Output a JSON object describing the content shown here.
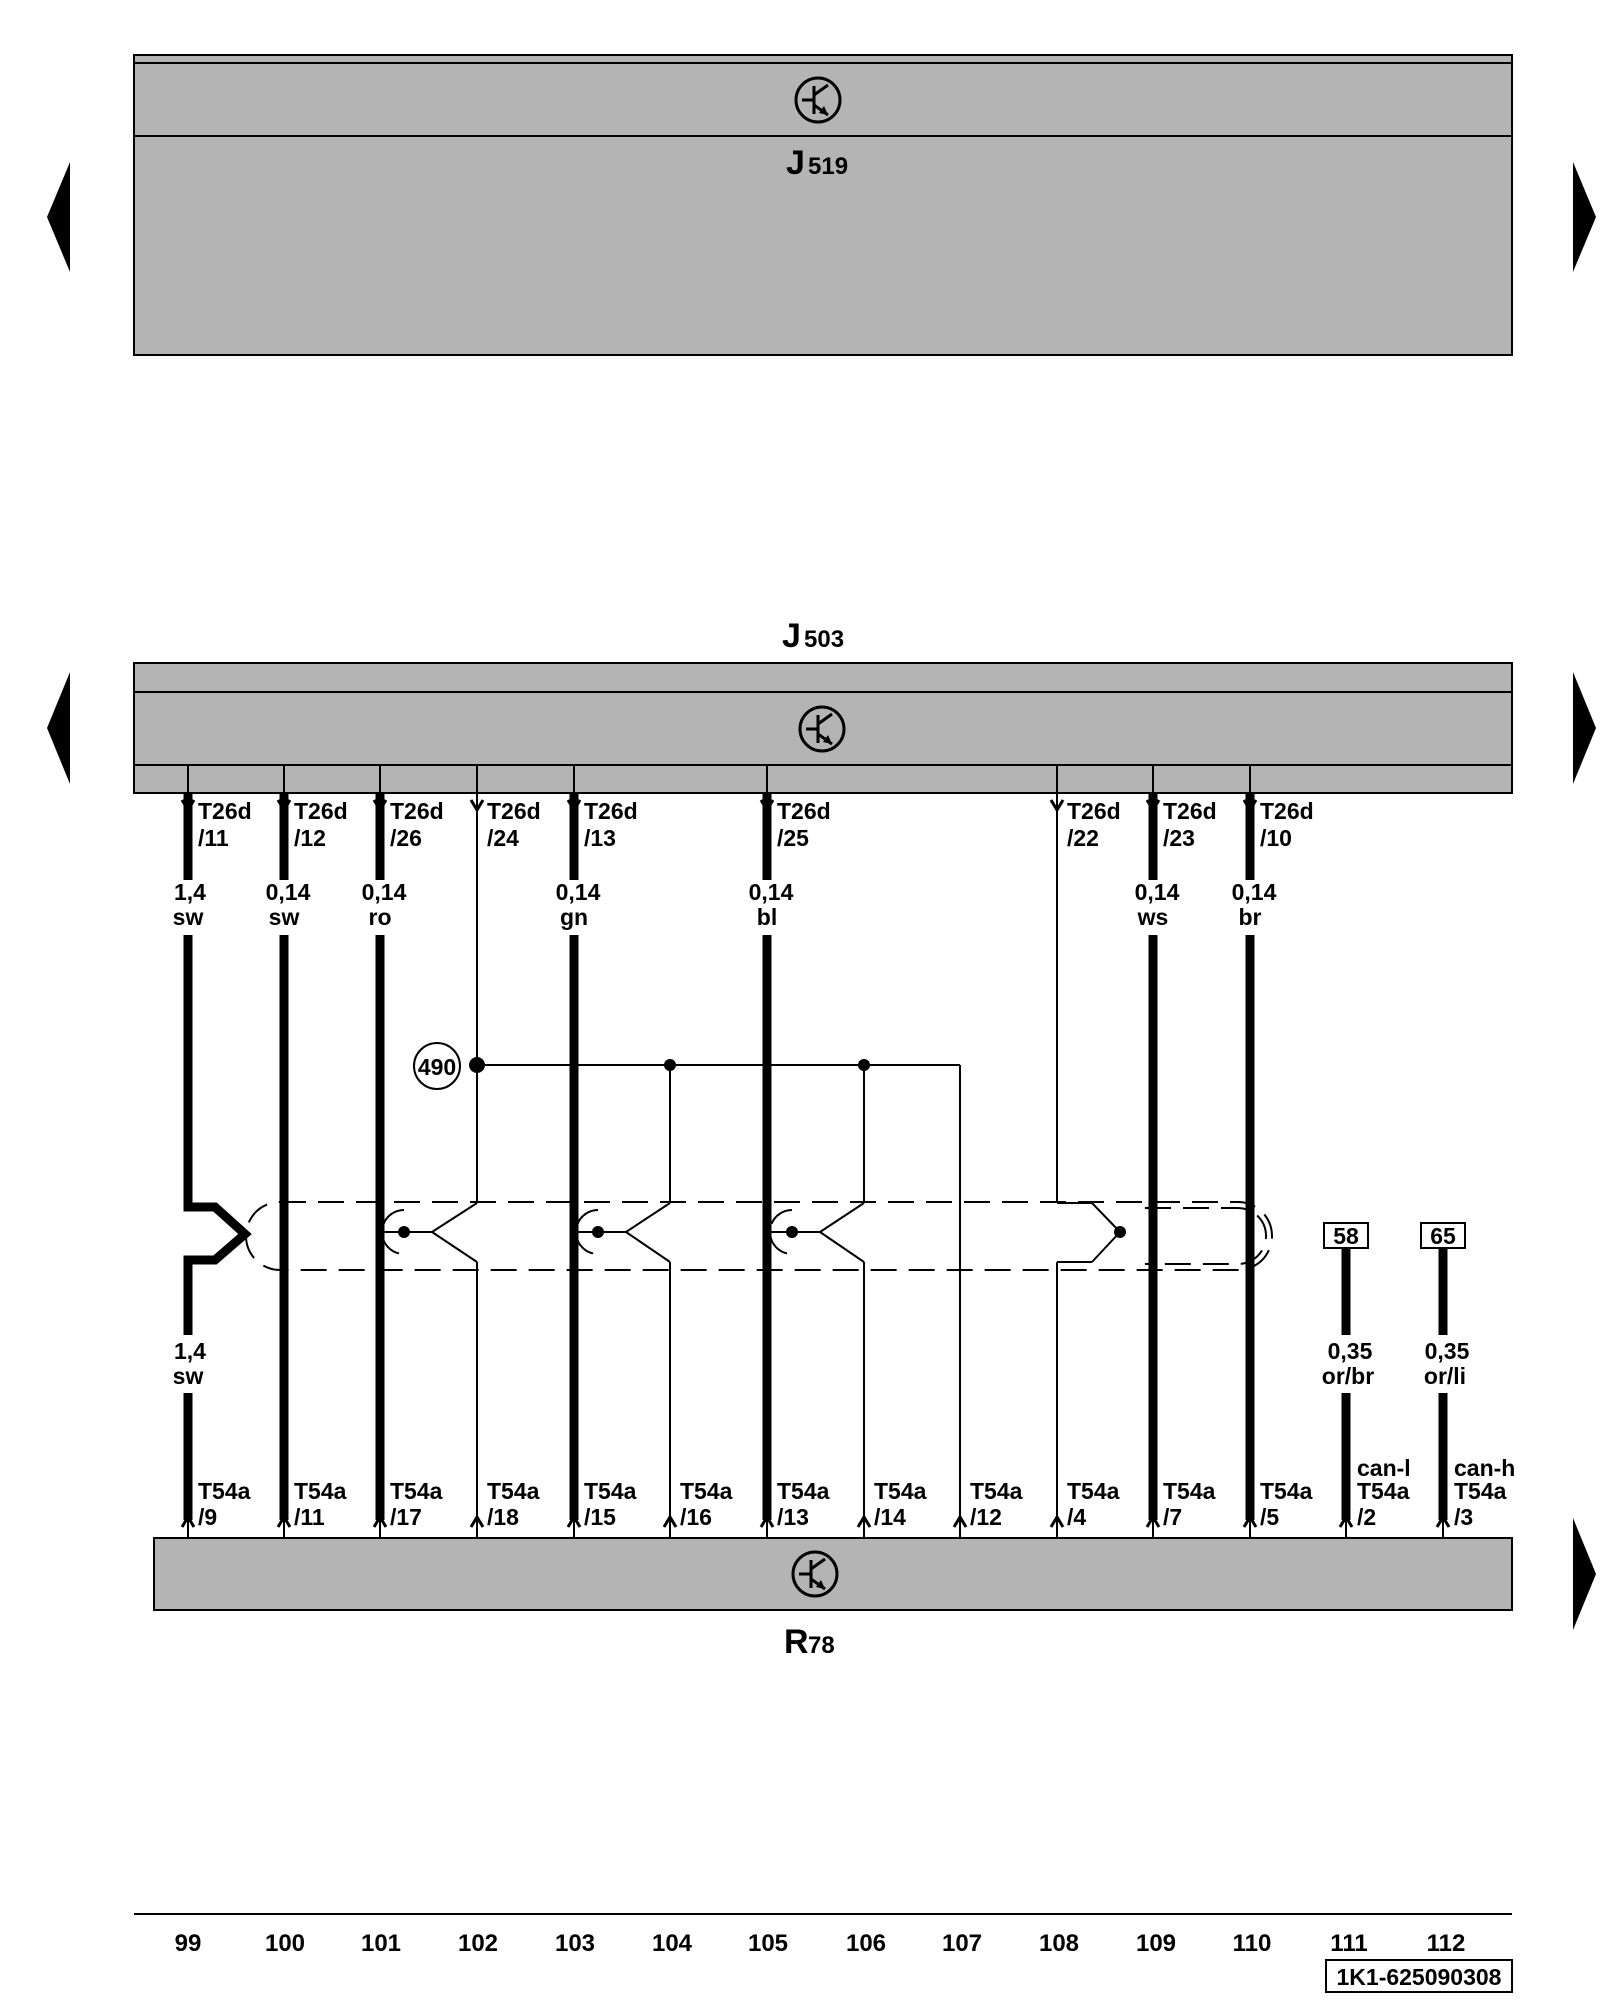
{
  "units": {
    "top": {
      "code": "J",
      "sub": "519"
    },
    "middle": {
      "code": "J",
      "sub": "503"
    },
    "bottom": {
      "code": "R",
      "sub": "78"
    },
    "symbol_icon": "transistor-icon",
    "fill_color": "#b4b4b4"
  },
  "splice_label": "490",
  "shield_style": "dashed",
  "wires": [
    {
      "track": "99",
      "top_conn": "T26d",
      "top_pin": "/11",
      "size": "1,4",
      "color": "sw",
      "size2": "1,4",
      "color2": "sw",
      "bot_conn": "T54a",
      "bot_pin": "/9",
      "signal": ""
    },
    {
      "track": "100",
      "top_conn": "T26d",
      "top_pin": "/12",
      "size": "0,14",
      "color": "sw",
      "bot_conn": "T54a",
      "bot_pin": "/11",
      "signal": ""
    },
    {
      "track": "101",
      "top_conn": "T26d",
      "top_pin": "/26",
      "size": "0,14",
      "color": "ro",
      "bot_conn": "T54a",
      "bot_pin": "/17",
      "signal": ""
    },
    {
      "track": "102",
      "top_conn": "T26d",
      "top_pin": "/24",
      "size": "",
      "color": "",
      "bot_conn": "T54a",
      "bot_pin": "/18",
      "signal": ""
    },
    {
      "track": "103",
      "top_conn": "T26d",
      "top_pin": "/13",
      "size": "0,14",
      "color": "gn",
      "bot_conn": "T54a",
      "bot_pin": "/15",
      "signal": ""
    },
    {
      "track": "104",
      "top_conn": "",
      "top_pin": "",
      "size": "",
      "color": "",
      "bot_conn": "T54a",
      "bot_pin": "/16",
      "signal": ""
    },
    {
      "track": "105",
      "top_conn": "T26d",
      "top_pin": "/25",
      "size": "0,14",
      "color": "bl",
      "bot_conn": "T54a",
      "bot_pin": "/13",
      "signal": ""
    },
    {
      "track": "106",
      "top_conn": "",
      "top_pin": "",
      "size": "",
      "color": "",
      "bot_conn": "T54a",
      "bot_pin": "/14",
      "signal": ""
    },
    {
      "track": "107",
      "top_conn": "",
      "top_pin": "",
      "size": "",
      "color": "",
      "bot_conn": "T54a",
      "bot_pin": "/12",
      "signal": ""
    },
    {
      "track": "108",
      "top_conn": "T26d",
      "top_pin": "/22",
      "size": "",
      "color": "",
      "bot_conn": "T54a",
      "bot_pin": "/4",
      "signal": ""
    },
    {
      "track": "109",
      "top_conn": "T26d",
      "top_pin": "/23",
      "size": "0,14",
      "color": "ws",
      "bot_conn": "T54a",
      "bot_pin": "/7",
      "signal": ""
    },
    {
      "track": "110",
      "top_conn": "T26d",
      "top_pin": "/10",
      "size": "0,14",
      "color": "br",
      "bot_conn": "T54a",
      "bot_pin": "/5",
      "signal": ""
    },
    {
      "track": "111",
      "top_conn": "",
      "top_pin": "",
      "size": "0,35",
      "color": "or/br",
      "ref": "58",
      "bot_conn": "T54a",
      "bot_pin": "/2",
      "signal": "can-l"
    },
    {
      "track": "112",
      "top_conn": "",
      "top_pin": "",
      "size": "0,35",
      "color": "or/li",
      "ref": "65",
      "bot_conn": "T54a",
      "bot_pin": "/3",
      "signal": "can-h"
    }
  ],
  "doc_id": "1K1-625090308"
}
